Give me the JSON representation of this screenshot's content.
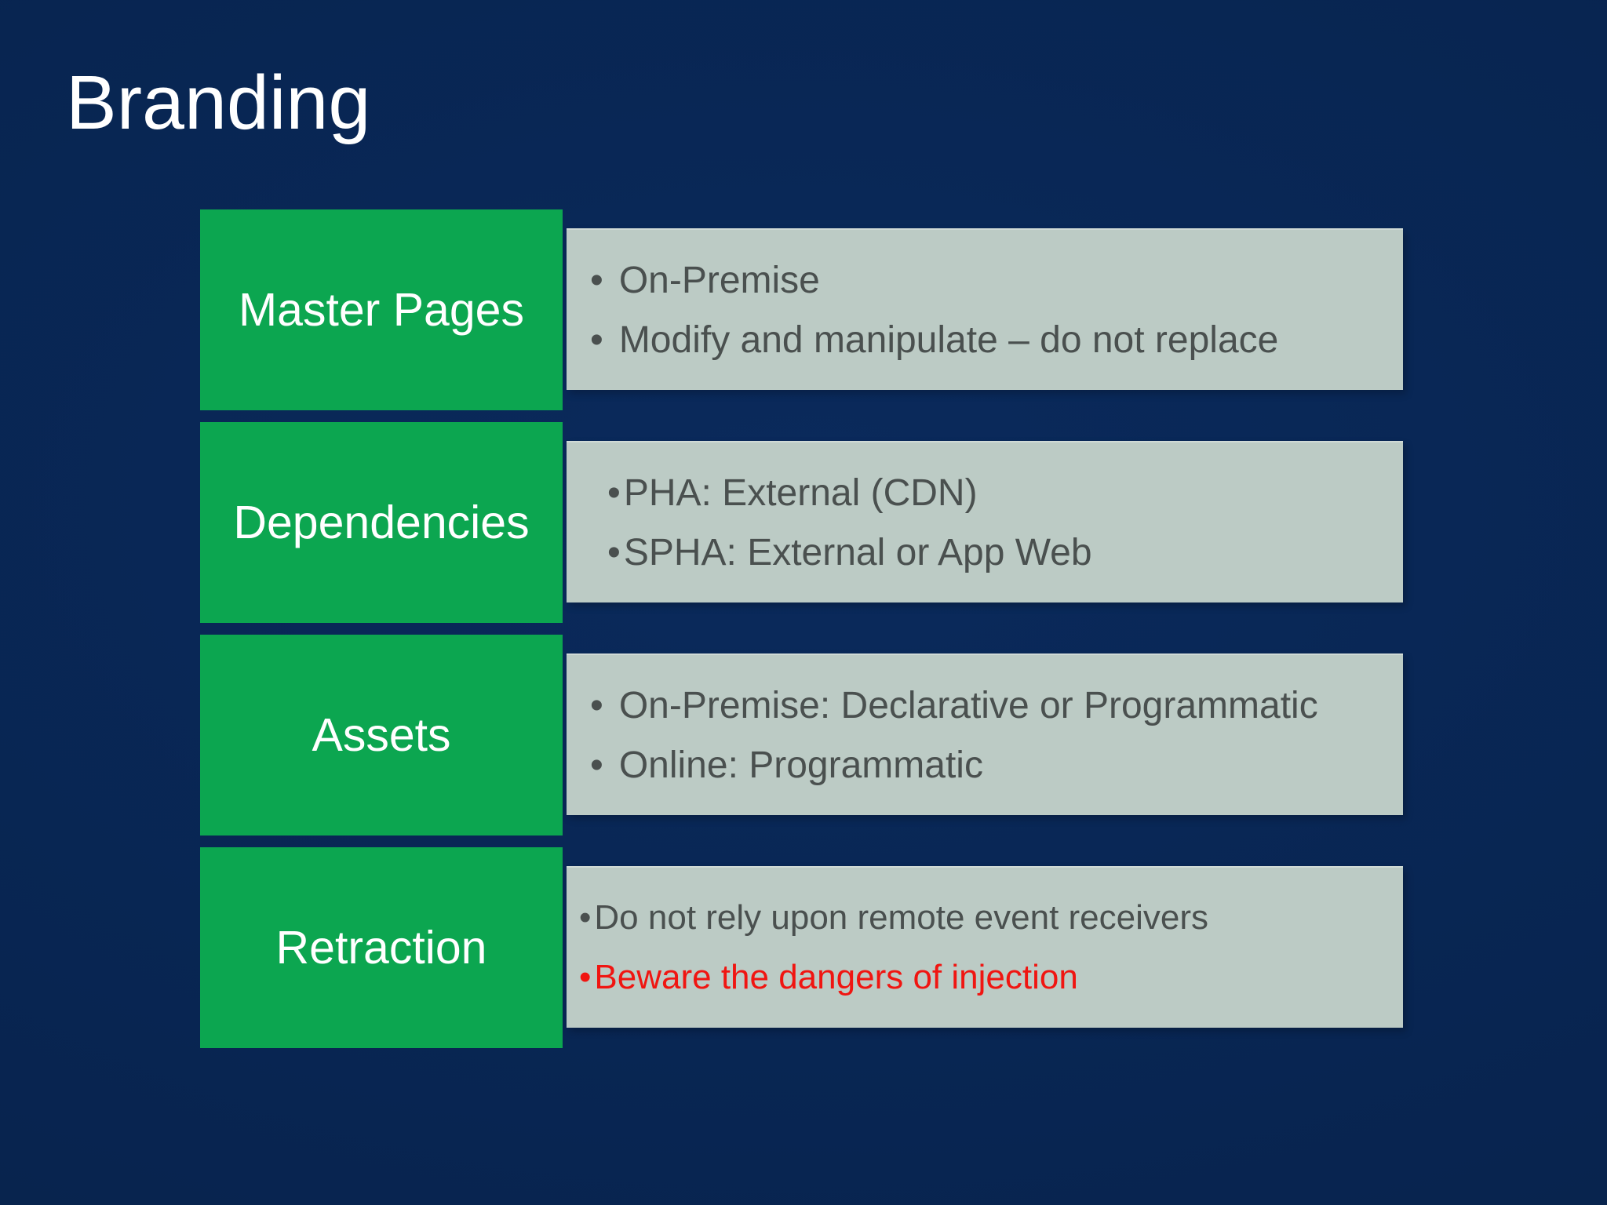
{
  "slide": {
    "title": "Branding",
    "bullet_glyph": "•",
    "colors": {
      "background": "#082450",
      "row_label_green": "#0CA650",
      "content_panel_gray": "#BCCBC5",
      "content_text_gray": "#4A504F",
      "warning_red": "#F01511",
      "title_white": "#FFFFFF"
    },
    "rows": [
      {
        "label": "Master Pages",
        "bullets": [
          {
            "text": "On-Premise"
          },
          {
            "text": "Modify and manipulate – do not replace"
          }
        ]
      },
      {
        "label": "Dependencies",
        "bullets": [
          {
            "text": "PHA: External (CDN)"
          },
          {
            "text": "SPHA: External or App Web"
          }
        ]
      },
      {
        "label": "Assets",
        "bullets": [
          {
            "text": "On-Premise: Declarative or Programmatic"
          },
          {
            "text": "Online: Programmatic"
          }
        ]
      },
      {
        "label": "Retraction",
        "bullets": [
          {
            "text": "Do not rely upon remote event receivers"
          },
          {
            "text": "Beware the dangers of injection"
          }
        ]
      }
    ]
  }
}
